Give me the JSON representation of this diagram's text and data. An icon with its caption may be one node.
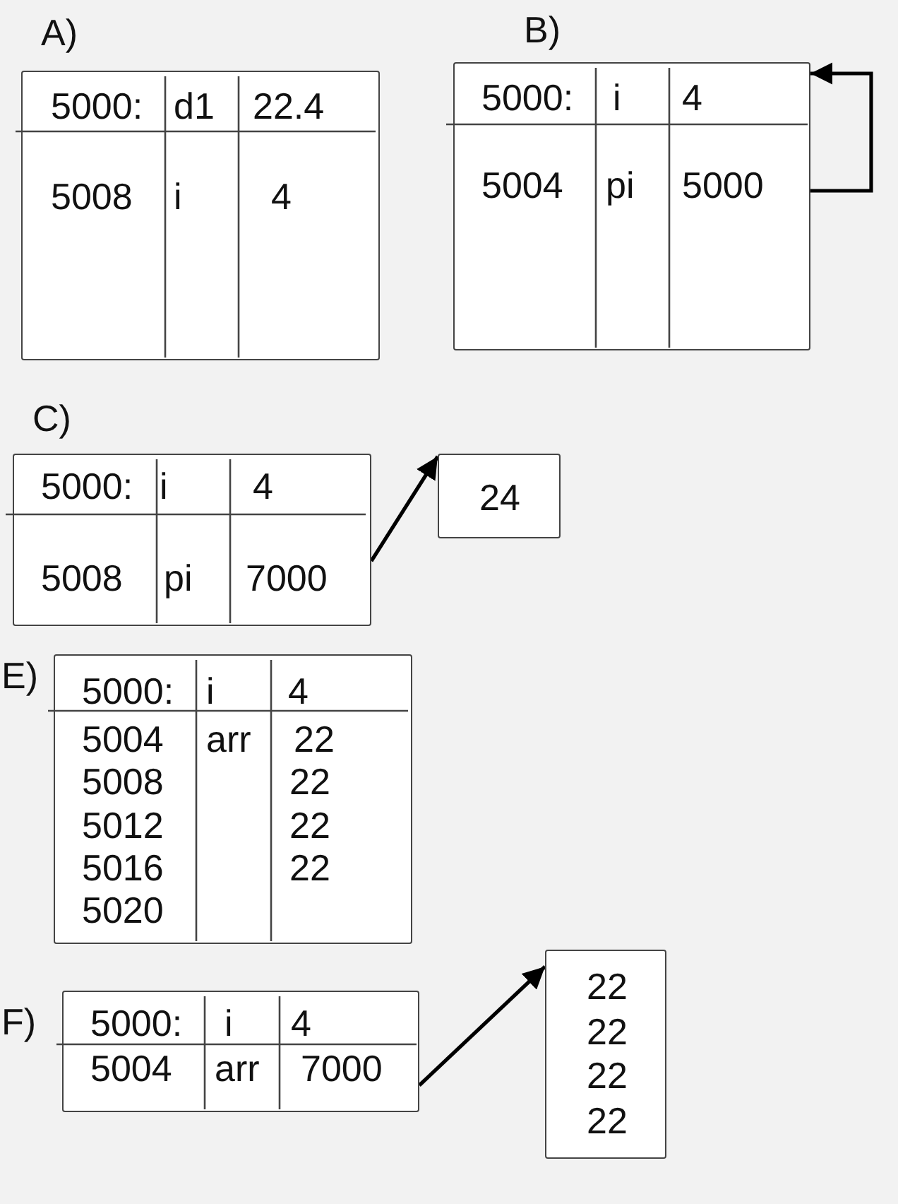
{
  "diagram": {
    "nodes": [
      {
        "text": [
          "A)",
          "5000:",
          "d1",
          "22.4",
          "5008",
          "i",
          "4"
        ]
      },
      {
        "text": [
          "B)",
          "5000:",
          "i",
          "4",
          "5004",
          "pi",
          "5000"
        ]
      },
      {
        "text": [
          "C)",
          "5000:",
          "i",
          "4",
          "5008",
          "pi",
          "7000"
        ]
      },
      {
        "text": [
          "24"
        ]
      },
      {
        "text": [
          "E)",
          "5000:",
          "i",
          "4",
          "5004",
          "arr",
          "22",
          "5008",
          "22",
          "5012",
          "22",
          "5016",
          "22",
          "5020"
        ]
      },
      {
        "text": [
          "F)",
          "5000:",
          "i",
          "4",
          "5004",
          "arr",
          "7000"
        ]
      },
      {
        "text": [
          "22",
          "22",
          "22",
          "22"
        ]
      }
    ],
    "edges": [
      {
        "from": 1,
        "to": 1,
        "arrow": "to"
      },
      {
        "from": 2,
        "to": 3,
        "arrow": "to"
      },
      {
        "from": 5,
        "to": 6,
        "arrow": "to"
      }
    ]
  }
}
